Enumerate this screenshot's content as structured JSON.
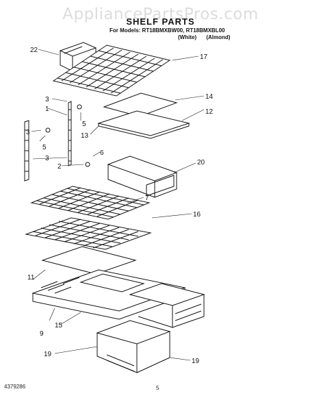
{
  "watermark": "AppliancePartsPros.com",
  "title": "SHELF PARTS",
  "models_line": "For Models: RT18BMXBW00, RT18BMXBL00",
  "colors": [
    "(White)",
    "(Almond)"
  ],
  "footer": {
    "doc_number": "4379286",
    "page": "5"
  },
  "callouts": {
    "c22": "22",
    "c17": "17",
    "c3a": "3",
    "c1": "1",
    "c14": "14",
    "c5a": "5",
    "c12": "12",
    "c13": "13",
    "c3b": "3",
    "c5b": "5",
    "c6": "6",
    "c3c": "3",
    "c2": "2",
    "c20": "20",
    "c7": "7",
    "c16": "16",
    "c11": "11",
    "c9": "9",
    "c15": "15",
    "c19a": "19",
    "c19b": "19"
  }
}
